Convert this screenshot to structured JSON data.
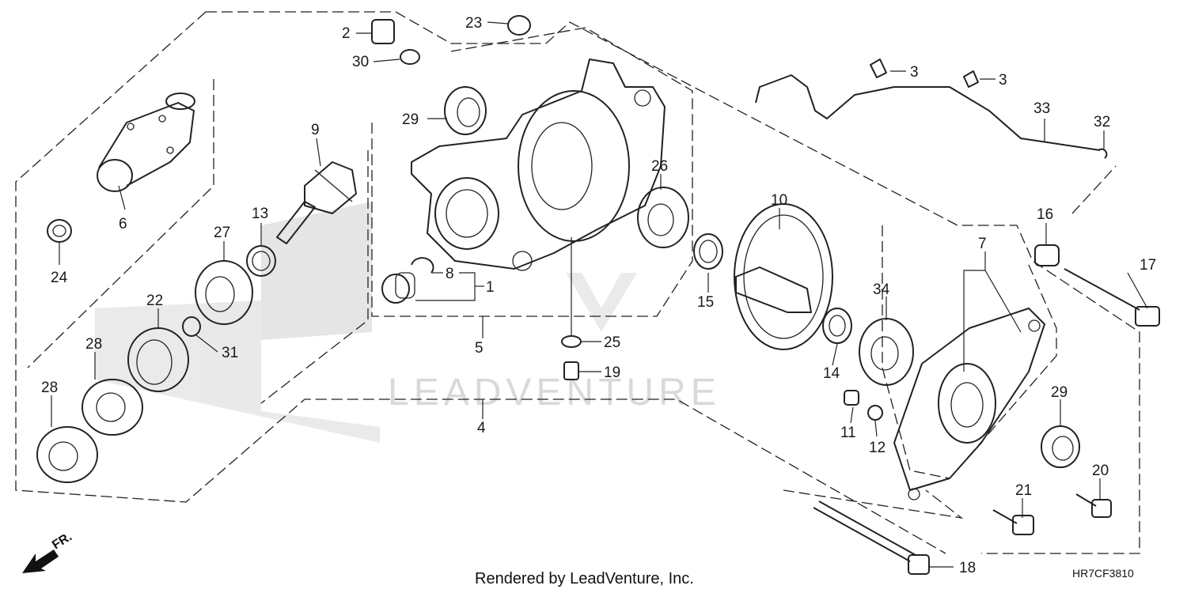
{
  "labels": {
    "p1": "1",
    "p2": "2",
    "p3a": "3",
    "p3b": "3",
    "p4": "4",
    "p5": "5",
    "p6": "6",
    "p7": "7",
    "p8": "8",
    "p9": "9",
    "p10": "10",
    "p11": "11",
    "p12": "12",
    "p13": "13",
    "p14": "14",
    "p15": "15",
    "p16": "16",
    "p17": "17",
    "p18": "18",
    "p19": "19",
    "p20": "20",
    "p21": "21",
    "p22": "22",
    "p23": "23",
    "p24": "24",
    "p25": "25",
    "p26": "26",
    "p27": "27",
    "p28a": "28",
    "p28b": "28",
    "p29a": "29",
    "p29b": "29",
    "p30": "30",
    "p31": "31",
    "p32": "32",
    "p33": "33",
    "p34": "34"
  },
  "watermark": "LEADVENTURE",
  "footer": {
    "rendered_by": "Rendered by LeadVenture, Inc.",
    "diagram_code": "HR7CF3810"
  },
  "direction": "FR."
}
